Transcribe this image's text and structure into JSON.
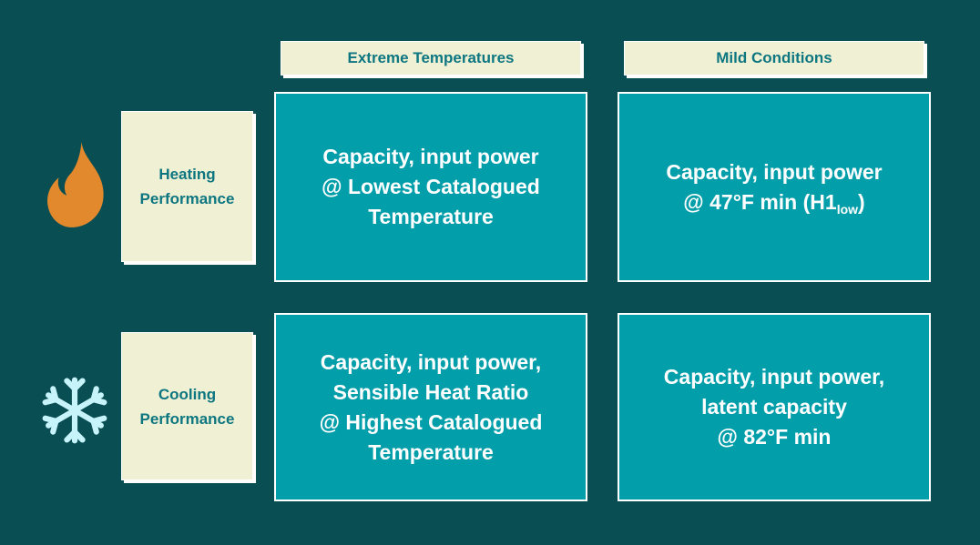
{
  "palette": {
    "background": "#094E53",
    "box_teal": "#029EAA",
    "cream": "#F0F1D4",
    "label_text": "#0D7680",
    "border_white": "#FFFFFF",
    "cell_text": "#FFFFFF",
    "flame_orange": "#E1892C",
    "snowflake_blue": "#C7F3FA"
  },
  "matrix": {
    "columns": [
      {
        "label": "Extreme Temperatures"
      },
      {
        "label": "Mild Conditions"
      }
    ],
    "rows": [
      {
        "icon": "flame-icon",
        "label_lines": [
          "Heating",
          "Performance"
        ],
        "cells": [
          {
            "lines": [
              "Capacity, input power",
              "@ Lowest Catalogued",
              "Temperature"
            ]
          },
          {
            "lines": [
              "Capacity, input power"
            ],
            "formula": {
              "pre": "@ 47°F min (H1",
              "sub": "low",
              "post": ")"
            }
          }
        ]
      },
      {
        "icon": "snowflake-icon",
        "label_lines": [
          "Cooling",
          "Performance"
        ],
        "cells": [
          {
            "lines": [
              "Capacity, input power,",
              "Sensible Heat Ratio",
              "@ Highest Catalogued",
              "Temperature"
            ]
          },
          {
            "lines": [
              "Capacity, input power,",
              "latent capacity",
              "@ 82°F min"
            ]
          }
        ]
      }
    ]
  }
}
